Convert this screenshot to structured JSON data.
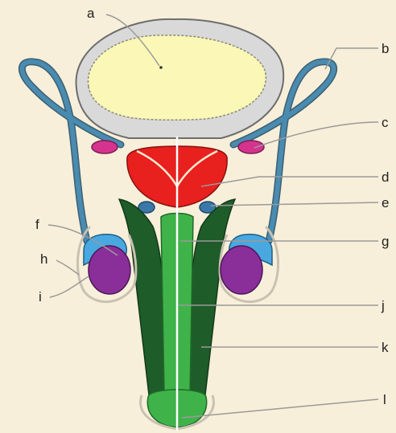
{
  "labels": {
    "a": "a",
    "b": "b",
    "c": "c",
    "d": "d",
    "e": "e",
    "f": "f",
    "g": "g",
    "h": "h",
    "i": "i",
    "j": "j",
    "k": "k",
    "l": "l"
  },
  "colors": {
    "background": "#f7efd9",
    "bladder": "#fbf7b6",
    "bladder_wall": "#d9d9d9",
    "vas_deferens": "#4a8bb0",
    "seminal_vesicle": "#d6338f",
    "prostate": "#e8201e",
    "bulbourethral_gland": "#3b78a8",
    "corpus_spongiosum": "#3fb34a",
    "corpus_cavernosum": "#1e5c2a",
    "epididymis": "#4aa8e0",
    "testis": "#8a2f9a",
    "scrotum_outline": "#c9c2b2",
    "urethra": "#ffffff",
    "leader_line": "#9a9a9a"
  }
}
